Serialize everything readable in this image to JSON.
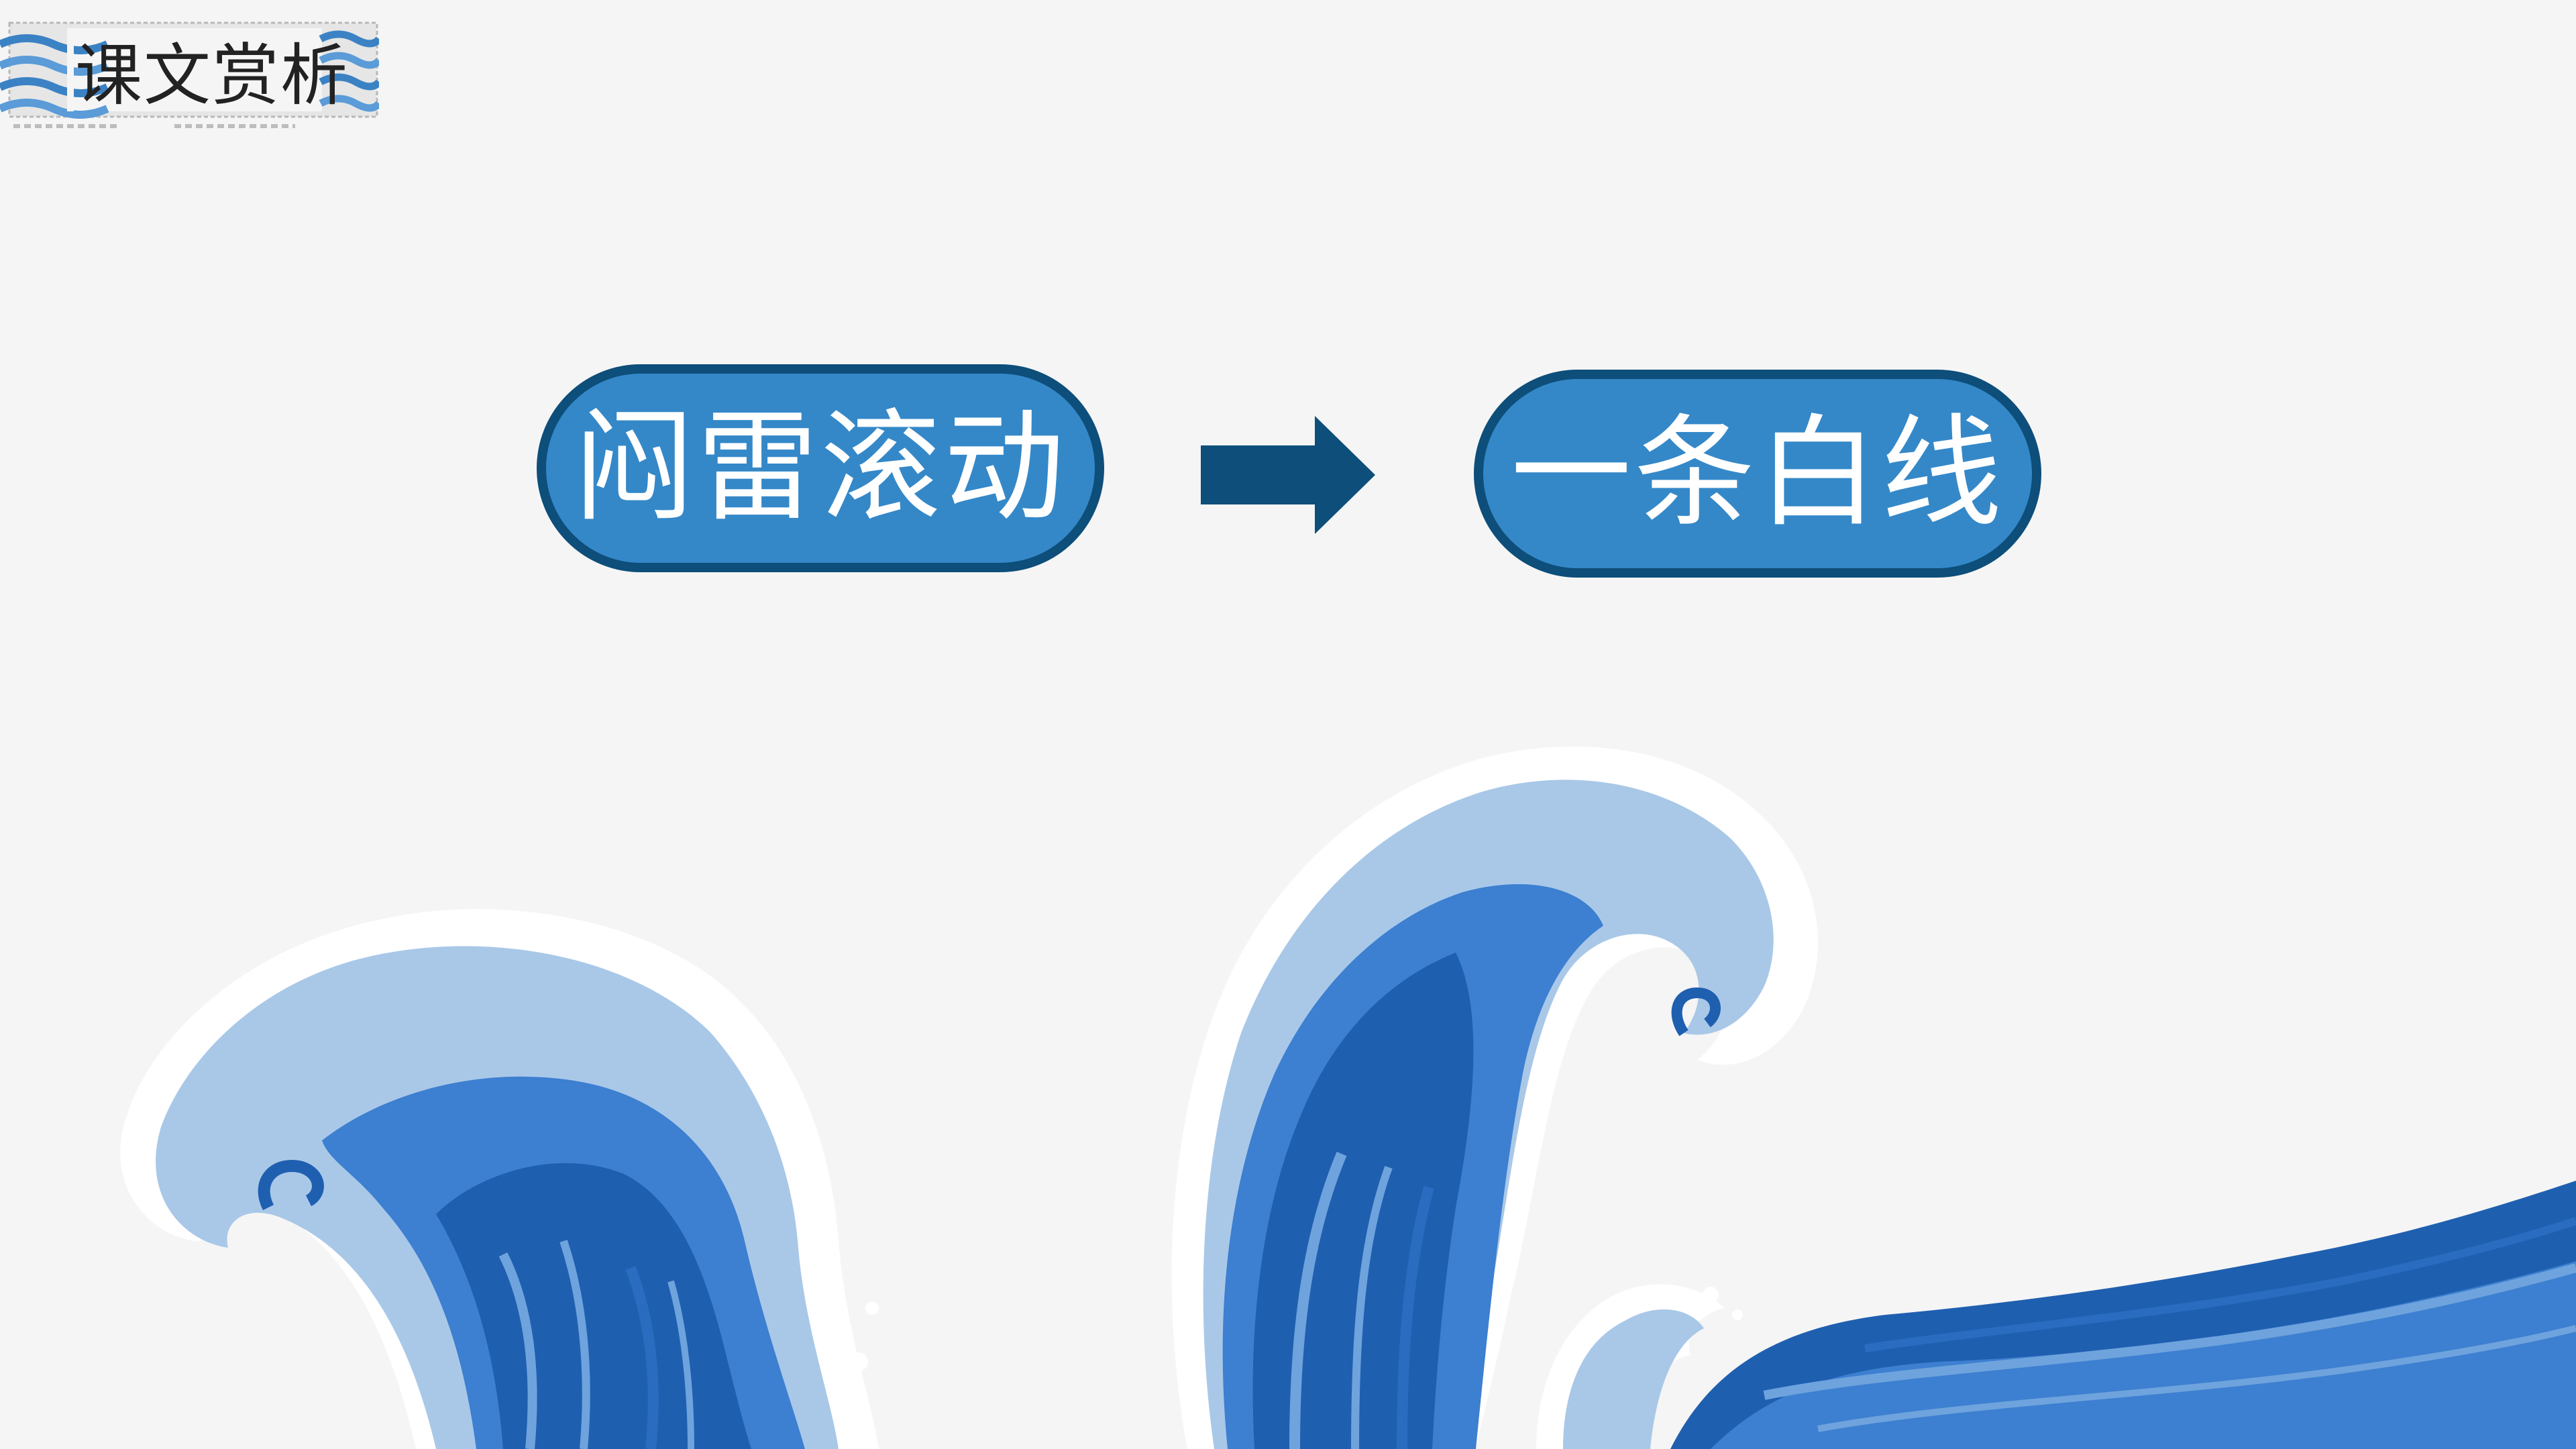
{
  "header": {
    "title": "课文赏析"
  },
  "flow": {
    "from_label": "闷雷滚动",
    "to_label": "一条白线"
  },
  "colors": {
    "background": "#f5f5f5",
    "pill_fill": "#3488c8",
    "pill_border": "#0d4e7a",
    "arrow": "#0d4e7a",
    "wave_dark": "#1f5fb0",
    "wave_mid": "#3d7fd0",
    "wave_light": "#a9c8e8",
    "foam": "#ffffff"
  },
  "icons": {
    "arrow": "right-arrow-icon",
    "header_decoration": "wave-stripes-icon"
  }
}
